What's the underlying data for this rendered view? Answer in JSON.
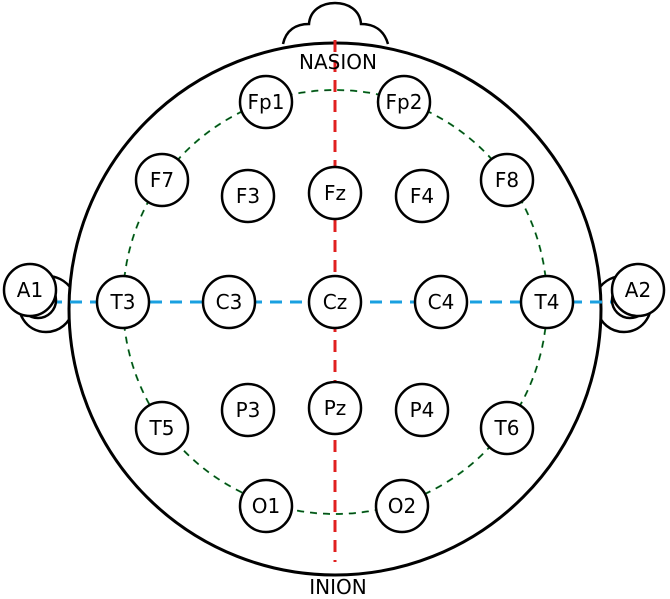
{
  "labels": {
    "top": "NASION",
    "bottom": "INION"
  },
  "colors": {
    "midline": "#e02020",
    "coronal": "#1aa0e0",
    "circumference": "#1e9a3c",
    "outline": "#000000"
  },
  "electrodes": [
    {
      "id": "Fp1"
    },
    {
      "id": "Fp2"
    },
    {
      "id": "F7"
    },
    {
      "id": "F3"
    },
    {
      "id": "Fz"
    },
    {
      "id": "F4"
    },
    {
      "id": "F8"
    },
    {
      "id": "A1"
    },
    {
      "id": "T3"
    },
    {
      "id": "C3"
    },
    {
      "id": "Cz"
    },
    {
      "id": "C4"
    },
    {
      "id": "T4"
    },
    {
      "id": "A2"
    },
    {
      "id": "T5"
    },
    {
      "id": "P3"
    },
    {
      "id": "Pz"
    },
    {
      "id": "P4"
    },
    {
      "id": "T6"
    },
    {
      "id": "O1"
    },
    {
      "id": "O2"
    }
  ]
}
